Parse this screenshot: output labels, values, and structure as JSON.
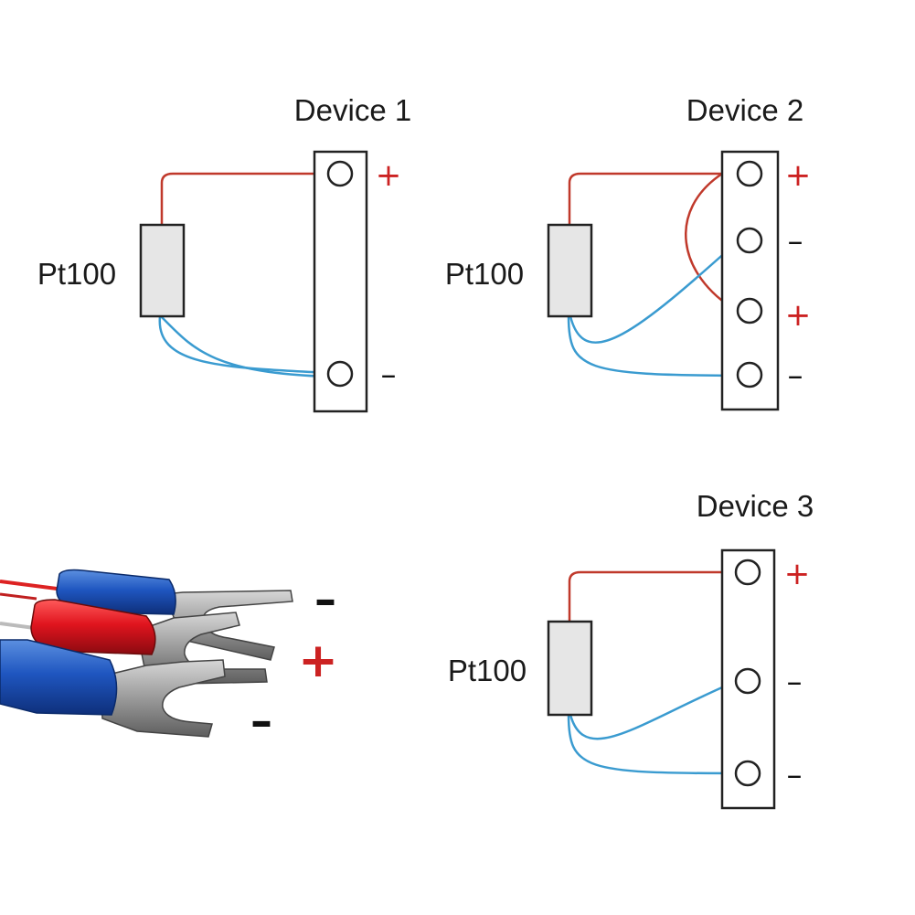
{
  "colors": {
    "red_wire": "#c0392b",
    "blue_wire": "#3a9bd0",
    "plus_sign": "#cc2222",
    "minus_sign": "#111111",
    "terminal_block": "#ffffff",
    "outline": "#222222",
    "sensor_fill": "#e6e6e6"
  },
  "icons": {
    "sensor": "resistor-icon",
    "terminal": "screw-terminal-icon",
    "lead": "spade-terminal-icon"
  },
  "devices": [
    {
      "title": "Device 1",
      "sensor_label": "Pt100",
      "terminals": [
        {
          "sign": "+",
          "polarity": "positive"
        },
        {
          "sign": "–",
          "polarity": "negative"
        }
      ]
    },
    {
      "title": "Device 2",
      "sensor_label": "Pt100",
      "terminals": [
        {
          "sign": "+",
          "polarity": "positive"
        },
        {
          "sign": "–",
          "polarity": "negative"
        },
        {
          "sign": "+",
          "polarity": "positive"
        },
        {
          "sign": "–",
          "polarity": "negative"
        }
      ]
    },
    {
      "title": "Device 3",
      "sensor_label": "Pt100",
      "terminals": [
        {
          "sign": "+",
          "polarity": "positive"
        },
        {
          "sign": "–",
          "polarity": "negative"
        },
        {
          "sign": "–",
          "polarity": "negative"
        }
      ]
    }
  ],
  "lead_photo": {
    "signs": [
      {
        "sign": "–",
        "polarity": "negative"
      },
      {
        "sign": "+",
        "polarity": "positive"
      },
      {
        "sign": "–",
        "polarity": "negative"
      }
    ],
    "wires": [
      {
        "insulation": "blue"
      },
      {
        "insulation": "red"
      },
      {
        "insulation": "blue"
      }
    ]
  }
}
